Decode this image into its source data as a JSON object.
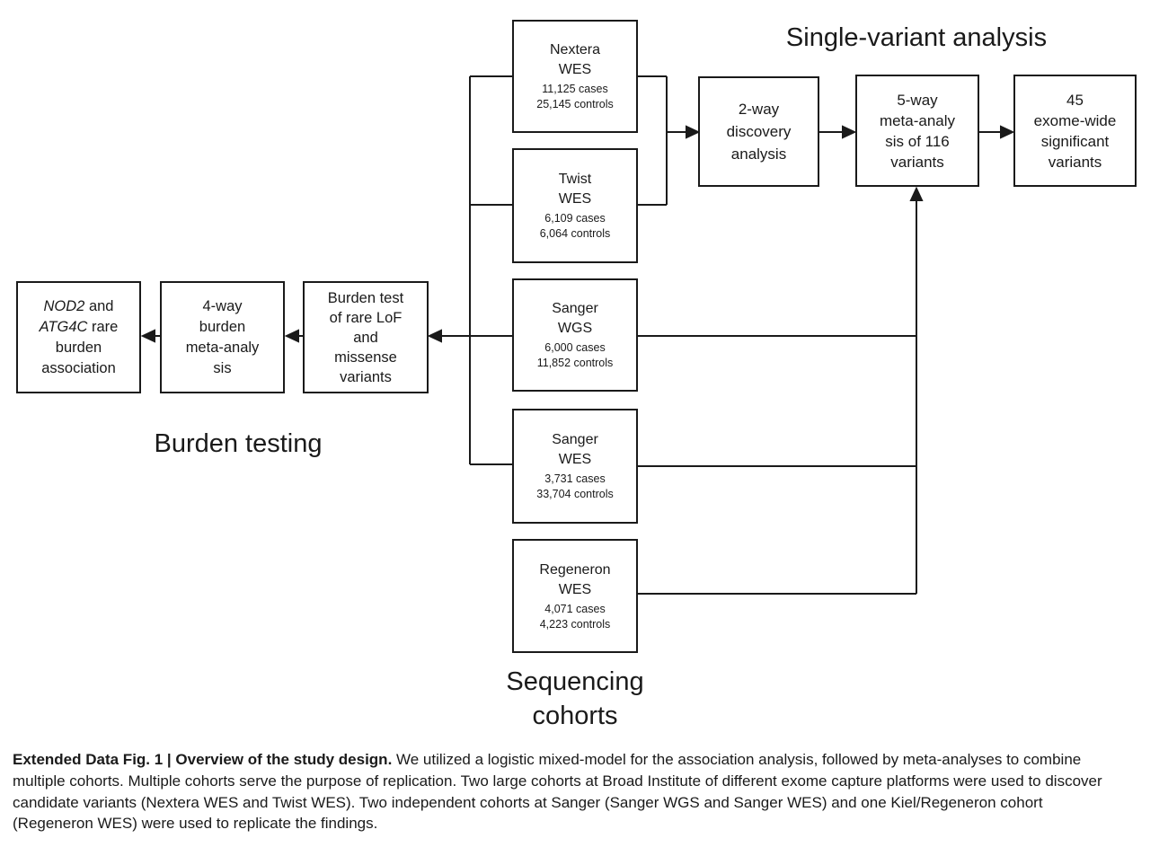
{
  "figure": {
    "section_labels": {
      "single_variant": "Single-variant analysis",
      "burden_testing": "Burden testing",
      "sequencing_line1": "Sequencing",
      "sequencing_line2": "cohorts"
    },
    "cohort_boxes": [
      {
        "name_line1": "Nextera",
        "name_line2": "WES",
        "cases": "11,125 cases",
        "controls": "25,145 controls"
      },
      {
        "name_line1": "Twist",
        "name_line2": "WES",
        "cases": "6,109 cases",
        "controls": "6,064 controls"
      },
      {
        "name_line1": "Sanger",
        "name_line2": "WGS",
        "cases": "6,000 cases",
        "controls": "11,852 controls"
      },
      {
        "name_line1": "Sanger",
        "name_line2": "WES",
        "cases": "3,731 cases",
        "controls": "33,704 controls"
      },
      {
        "name_line1": "Regeneron",
        "name_line2": "WES",
        "cases": "4,071 cases",
        "controls": "4,223 controls"
      }
    ],
    "analysis_boxes": {
      "two_way": {
        "lines": [
          "2-way",
          "discovery",
          "analysis"
        ]
      },
      "five_way": {
        "lines": [
          "5-way",
          "meta-analy",
          "sis of 116",
          "variants"
        ]
      },
      "result_45": {
        "lines": [
          "45",
          "exome-wide",
          "significant",
          "variants"
        ]
      },
      "burden_test": {
        "lines": [
          "Burden test",
          "of rare LoF",
          "and",
          "missense",
          "variants"
        ]
      },
      "four_way": {
        "lines": [
          "4-way",
          "burden",
          "meta-analy",
          "sis"
        ]
      },
      "nod2": {
        "gene1": "NOD2",
        "after_gene1": " and",
        "gene2": "ATG4C",
        "after_gene2": " rare",
        "line3": "burden",
        "line4": "association"
      }
    }
  },
  "caption": {
    "bold": "Extended Data Fig. 1 | Overview of the study design.",
    "text": " We utilized a logistic mixed-model for the association analysis, followed by meta-analyses to combine multiple cohorts. Multiple cohorts serve the purpose of replication. Two large cohorts at Broad Institute of different exome capture platforms were used to discover candidate variants (Nextera WES and Twist WES). Two independent cohorts at Sanger (Sanger WGS and Sanger WES) and one Kiel/Regeneron cohort (Regeneron WES) were used to replicate the findings."
  },
  "colors": {
    "line": "#1a1a1a",
    "text": "#1a1a1a",
    "background": "#ffffff"
  }
}
